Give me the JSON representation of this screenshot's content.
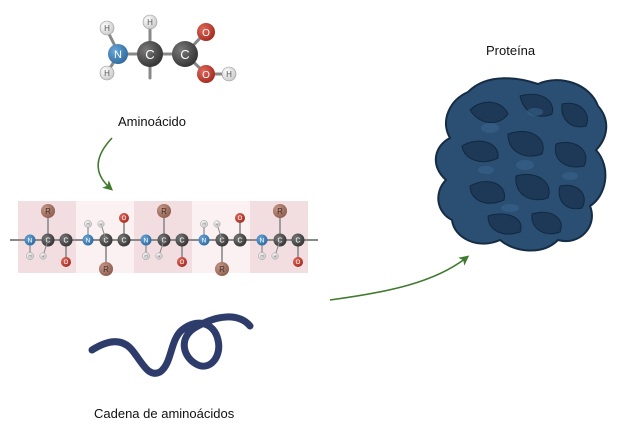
{
  "labels": {
    "amino_acid": "Aminoácido",
    "protein": "Proteína",
    "chain": "Cadena de aminoácidos"
  },
  "atoms": {
    "hydrogen": "H",
    "nitrogen": "N",
    "carbon": "C",
    "oxygen": "O",
    "side_chain": "R"
  },
  "colors": {
    "nitrogen": "#3b7fb8",
    "carbon": "#4a4a4a",
    "oxygen": "#c0392b",
    "hydrogen": "#e6e6e6",
    "side_chain": "#a87565",
    "residue_band": "#f2dde0",
    "arrow": "#3f7a2e",
    "protein": "#2b4f73",
    "protein_dark": "#1d3957",
    "chain_strand": "#2d3c6b"
  },
  "icons": {
    "amino_acid": "amino-acid-molecule-icon",
    "peptide": "peptide-chain-icon",
    "protein": "folded-protein-icon",
    "strand": "amino-acid-strand-icon"
  }
}
